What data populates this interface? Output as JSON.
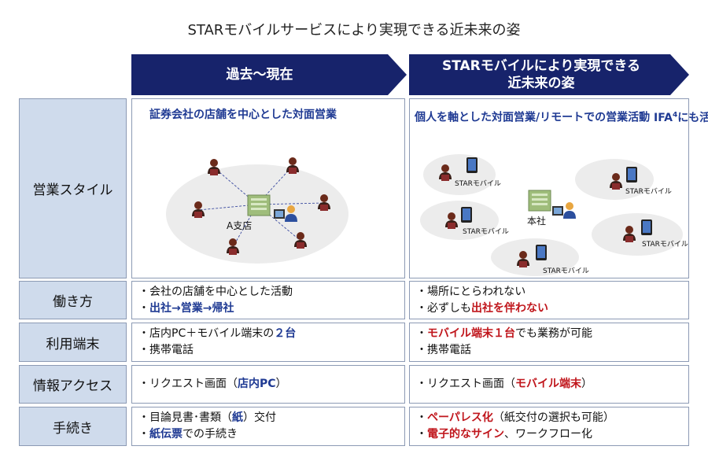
{
  "title": "STARモバイルサービスにより実現できる近未来の姿",
  "headers": {
    "past": "過去～現在",
    "future_line1": "STARモバイルにより実現できる",
    "future_line2": "近未来の姿"
  },
  "rows": {
    "style": {
      "label": "営業スタイル",
      "past_title": "証券会社の店舗を中心とした対面営業",
      "past_branch_label": "A支店",
      "future_title_line1": "個人を軸とした対面営業/リモートでの営業活動",
      "future_title_line2_prefix": "IFA",
      "future_title_line2_sup": "4",
      "future_title_line2_suffix": "にも活用可能",
      "future_hq_label": "本社",
      "future_device_label": "STARモバイル"
    },
    "work": {
      "label": "働き方",
      "past": [
        {
          "prefix": "・会社の店舗を中心とした活動",
          "hl": "",
          "suffix": ""
        },
        {
          "prefix": "・",
          "hl": "出社→営業→帰社",
          "suffix": ""
        }
      ],
      "future": [
        {
          "prefix": "・場所にとらわれない",
          "hl": "",
          "suffix": ""
        },
        {
          "prefix": "・必ずしも",
          "hl": "出社を伴わない",
          "suffix": ""
        }
      ]
    },
    "device": {
      "label": "利用端末",
      "past": [
        {
          "prefix": "・店内PC＋モバイル端末の",
          "hl": "２台",
          "suffix": ""
        },
        {
          "prefix": "・携帯電話",
          "hl": "",
          "suffix": ""
        }
      ],
      "future": [
        {
          "prefix": "・",
          "hl": "モバイル端末１台",
          "suffix": "でも業務が可能"
        },
        {
          "prefix": "・携帯電話",
          "hl": "",
          "suffix": ""
        }
      ]
    },
    "access": {
      "label": "情報アクセス",
      "past": [
        {
          "prefix": "・リクエスト画面（",
          "hl": "店内PC",
          "suffix": "）"
        }
      ],
      "future": [
        {
          "prefix": "・リクエスト画面（",
          "hl": "モバイル端末",
          "suffix": "）"
        }
      ]
    },
    "procedure": {
      "label": "手続き",
      "past": [
        {
          "prefix": "・目論見書･書類（",
          "hl": "紙",
          "suffix": "）交付"
        },
        {
          "prefix": "・",
          "hl": "紙伝票",
          "suffix": "での手続き"
        }
      ],
      "future": [
        {
          "prefix": "・",
          "hl": "ペーパレス化",
          "suffix": "（紙交付の選択も可能）"
        },
        {
          "prefix": "・",
          "hl": "電子的なサイン",
          "suffix": "、ワークフロー化"
        }
      ]
    }
  },
  "colors": {
    "header_bg": "#17236b",
    "label_bg": "#cfdbec",
    "highlight_blue": "#1f3a93",
    "highlight_red": "#c0161c"
  }
}
